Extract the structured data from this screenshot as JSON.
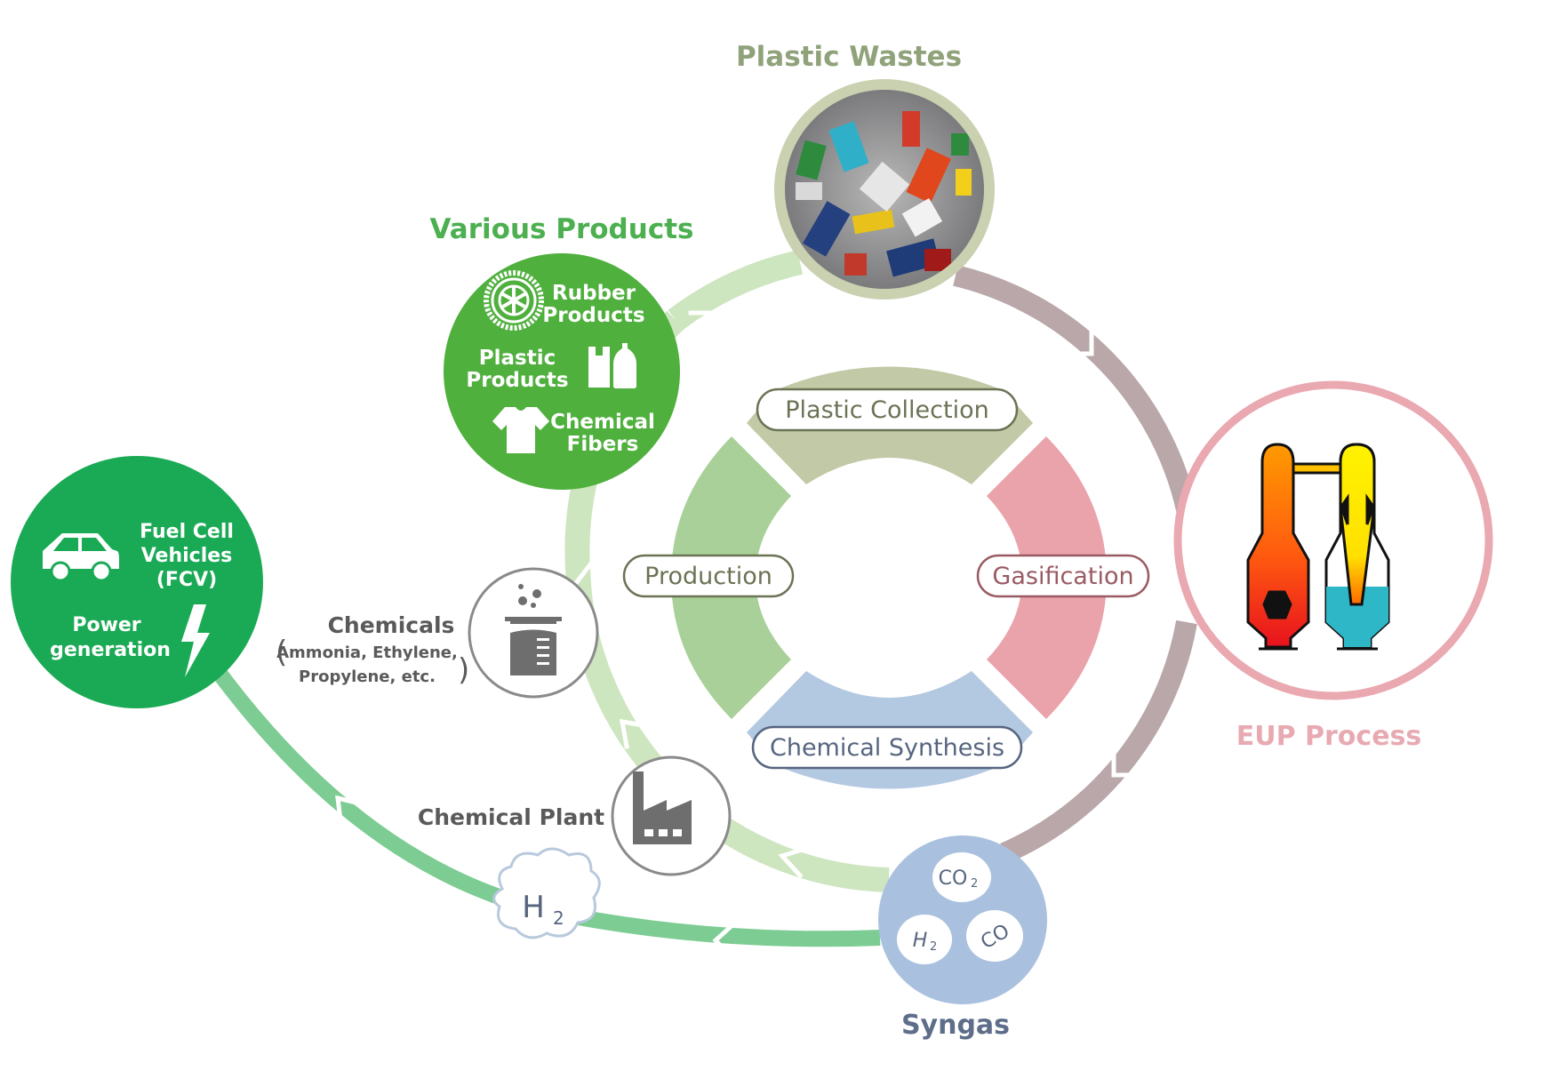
{
  "title_labels": {
    "plastic_wastes": "Plastic Wastes",
    "various_products": "Various Products",
    "eup_process": "EUP Process",
    "syngas": "Syngas",
    "chemical_plant": "Chemical Plant",
    "chemicals": "Chemicals",
    "chemicals_detail_line1": "Ammonia, Ethylene,",
    "chemicals_detail_line2": "Propylene, etc."
  },
  "inner_cycle": {
    "stages": [
      {
        "label": "Plastic Collection",
        "color": "#c2c9a6",
        "text_color": "#6b7355"
      },
      {
        "label": "Gasification",
        "color": "#eaa3aa",
        "text_color": "#9a5a63"
      },
      {
        "label": "Chemical Synthesis",
        "color": "#b3c8e1",
        "text_color": "#56657f"
      },
      {
        "label": "Production",
        "color": "#a8d098",
        "text_color": "#6b7355"
      }
    ]
  },
  "various_products": {
    "items": [
      {
        "label_line1": "Rubber",
        "label_line2": "Products",
        "icon": "tire-icon"
      },
      {
        "label_line1": "Plastic",
        "label_line2": "Products",
        "icon": "plastic-bag-bottle-icon"
      },
      {
        "label_line1": "Chemical",
        "label_line2": "Fibers",
        "icon": "t-shirt-icon"
      }
    ]
  },
  "fcv_circle": {
    "line1": "Fuel Cell",
    "line2": "Vehicles",
    "line3": "(FCV)",
    "power_line1": "Power",
    "power_line2": "generation"
  },
  "syngas": {
    "gases": [
      "CO₂",
      "H₂",
      "CO"
    ],
    "co2_base": "CO",
    "co2_sub": "2",
    "h2_base": "H",
    "h2_sub": "2",
    "co": "CO"
  },
  "h2_cloud": {
    "base": "H",
    "sub": "2"
  },
  "colors": {
    "plastic_wastes_title": "#8fa27a",
    "various_products_title": "#4caf50",
    "products_circle": "#4fb03d",
    "fcv_circle": "#1aaa55",
    "eup_ring": "#eaa8b0",
    "eup_title": "#e8aab2",
    "syngas_circle": "#a9c1df",
    "syngas_title": "#5e6e8a",
    "brown_arrow": "#b9a7a9",
    "light_green_arrow": "#cde6bf",
    "green_arrow": "#7ccc93",
    "gray_icon": "#6e6e6e"
  }
}
